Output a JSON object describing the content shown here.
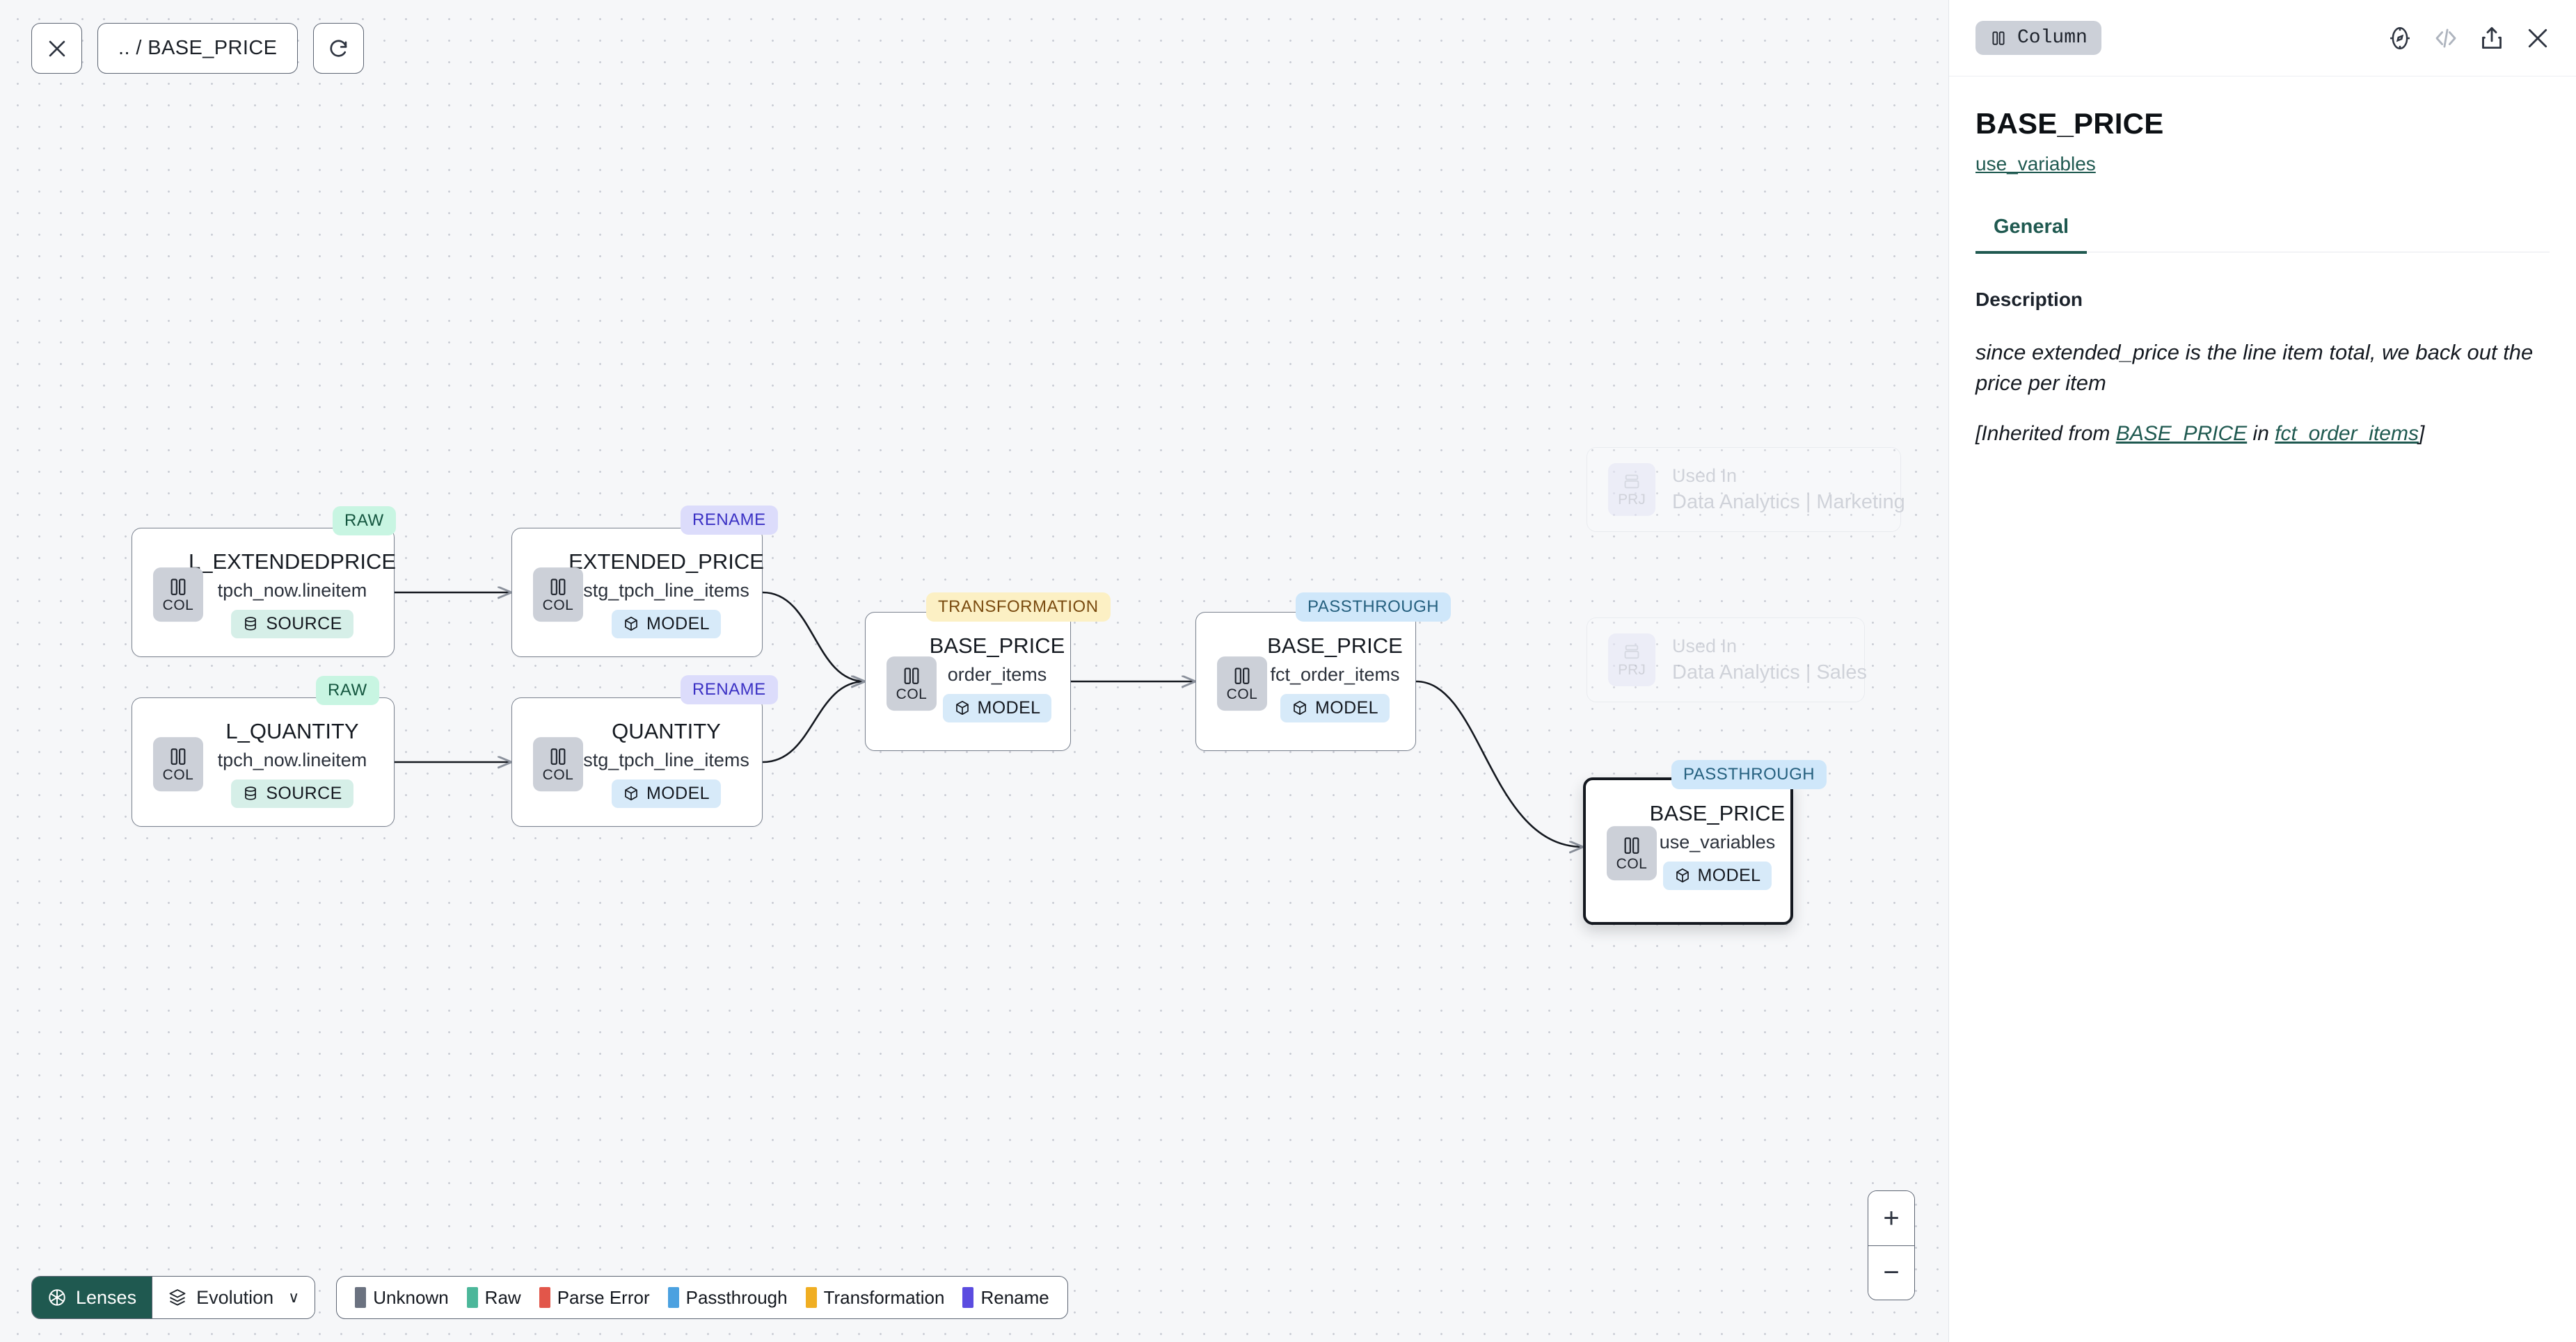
{
  "toolbar": {
    "close_icon": "close-icon",
    "breadcrumb": ".. / BASE_PRICE",
    "refresh_icon": "refresh-icon"
  },
  "canvas": {
    "nodes": [
      {
        "id": "l_extendedprice",
        "badge": "RAW",
        "badge_kind": "raw",
        "title": "L_EXTENDEDPRICE",
        "subtitle": "tpch_now.lineitem",
        "pill": "SOURCE",
        "pill_kind": "source",
        "chip": "COL",
        "selected": false
      },
      {
        "id": "l_quantity",
        "badge": "RAW",
        "badge_kind": "raw",
        "title": "L_QUANTITY",
        "subtitle": "tpch_now.lineitem",
        "pill": "SOURCE",
        "pill_kind": "source",
        "chip": "COL",
        "selected": false
      },
      {
        "id": "extended_price",
        "badge": "RENAME",
        "badge_kind": "rename",
        "title": "EXTENDED_PRICE",
        "subtitle": "stg_tpch_line_items",
        "pill": "MODEL",
        "pill_kind": "model",
        "chip": "COL",
        "selected": false
      },
      {
        "id": "quantity",
        "badge": "RENAME",
        "badge_kind": "rename",
        "title": "QUANTITY",
        "subtitle": "stg_tpch_line_items",
        "pill": "MODEL",
        "pill_kind": "model",
        "chip": "COL",
        "selected": false
      },
      {
        "id": "order_items",
        "badge": "TRANSFORMATION",
        "badge_kind": "trans",
        "title": "BASE_PRICE",
        "subtitle": "order_items",
        "pill": "MODEL",
        "pill_kind": "model",
        "chip": "COL",
        "selected": false
      },
      {
        "id": "fct_order_items",
        "badge": "PASSTHROUGH",
        "badge_kind": "pass",
        "title": "BASE_PRICE",
        "subtitle": "fct_order_items",
        "pill": "MODEL",
        "pill_kind": "model",
        "chip": "COL",
        "selected": false
      },
      {
        "id": "use_variables",
        "badge": "PASSTHROUGH",
        "badge_kind": "pass",
        "title": "BASE_PRICE",
        "subtitle": "use_variables",
        "pill": "MODEL",
        "pill_kind": "model",
        "chip": "COL",
        "selected": true
      }
    ],
    "ghost_cards": [
      {
        "chip": "PRJ",
        "line1": "Used In",
        "line2": "Data Analytics | Marketing"
      },
      {
        "chip": "PRJ",
        "line1": "Used In",
        "line2": "Data Analytics | Sales"
      }
    ],
    "zoom_in_label": "+",
    "zoom_out_label": "−"
  },
  "bottom": {
    "lenses_label": "Lenses",
    "lenses_icon": "aperture-icon",
    "evolution_label": "Evolution",
    "evolution_icon": "layers-icon",
    "evolution_chevron": "∨",
    "legend": [
      {
        "label": "Unknown",
        "color": "#6b7280"
      },
      {
        "label": "Raw",
        "color": "#4cb79a"
      },
      {
        "label": "Parse Error",
        "color": "#e2564a"
      },
      {
        "label": "Passthrough",
        "color": "#4ba1e0"
      },
      {
        "label": "Transformation",
        "color": "#f0ae22"
      },
      {
        "label": "Rename",
        "color": "#5b4ce0"
      }
    ]
  },
  "panel": {
    "type_badge": "Column",
    "type_badge_icon": "column-icon",
    "icons": [
      "compass-icon",
      "code-icon",
      "share-icon",
      "close-icon"
    ],
    "title": "BASE_PRICE",
    "model_link": "use_variables",
    "tabs": [
      {
        "label": "General",
        "active": true
      }
    ],
    "description_label": "Description",
    "description_text": "since extended_price is the line item total, we back out the price per item",
    "inherited_prefix": "[Inherited from ",
    "inherited_column": "BASE_PRICE",
    "inherited_mid": " in ",
    "inherited_model": "fct_order_items",
    "inherited_suffix": "]"
  },
  "colors": {
    "accent_teal": "#1f5950",
    "canvas_bg": "#f6f7f9",
    "node_border": "#7a828f",
    "selected_border": "#14181f"
  }
}
